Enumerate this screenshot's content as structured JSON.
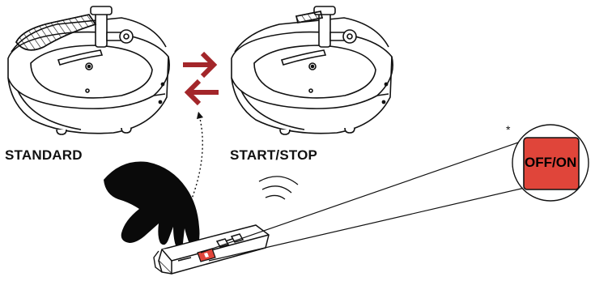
{
  "labels": {
    "standard": "STANDARD",
    "start_stop": "START/STOP",
    "button": "OFF/ON",
    "footnote_mark": "*"
  },
  "colors": {
    "arrow": "#a3262a",
    "button_red": "#e0453a",
    "hand": "#0a0a0a",
    "line": "#111111"
  },
  "icons": [
    "washbasin",
    "mixer-tap",
    "hand",
    "remote-control",
    "arrow-right",
    "arrow-left",
    "dotted-arc-arrow",
    "signal-waves",
    "power-button"
  ]
}
